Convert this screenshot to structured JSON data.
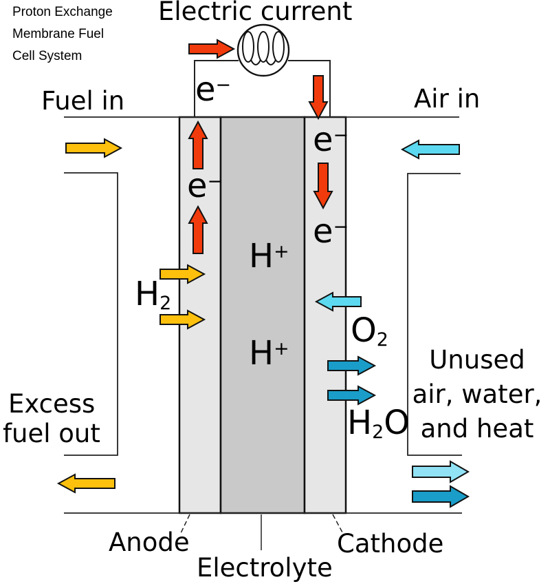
{
  "title": {
    "lines": [
      "Proton Exchange",
      "Membrane Fuel",
      "Cell System"
    ]
  },
  "header": {
    "electric_current": "Electric current"
  },
  "streams": {
    "fuel_in": "Fuel in",
    "air_in": "Air in",
    "excess_fuel_out": {
      "line1": "Excess",
      "line2": "fuel out"
    },
    "unused_out": {
      "line1": "Unused",
      "line2": "air, water,",
      "line3": "and heat"
    }
  },
  "layers": {
    "anode": "Anode",
    "electrolyte": "Electrolyte",
    "cathode": "Cathode"
  },
  "species": {
    "electron": {
      "base": "e",
      "sup": "−"
    },
    "proton": {
      "base": "H",
      "sup": "+"
    },
    "hydrogen": {
      "base": "H",
      "sub": "2"
    },
    "oxygen": {
      "base": "O",
      "sub": "2"
    },
    "water": {
      "base": "H",
      "sub": "2",
      "tail": "O"
    }
  },
  "colors": {
    "electron_flow": "#F23B0C",
    "hydrogen_flow": "#FDC00D",
    "air_flow": "#5CD9F0",
    "water_flow": "#1A9DC8",
    "exhaust_mix": "#92E2F6",
    "electrode_fill": "#E6E6E6",
    "electrolyte_fill": "#C9C9C9",
    "outline": "#111111"
  }
}
